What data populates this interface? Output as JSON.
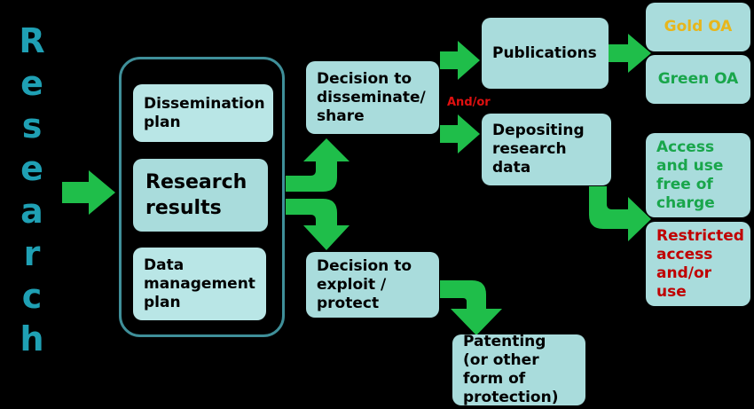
{
  "side_label": [
    "R",
    "e",
    "s",
    "e",
    "a",
    "r",
    "c",
    "h"
  ],
  "group": {
    "dissemination_plan": "Dissemination plan",
    "research_results": "Research results",
    "data_management_plan": "Data management plan"
  },
  "decisions": {
    "disseminate": "Decision to disseminate/ share",
    "exploit": "Decision to exploit / protect"
  },
  "connector": "And/or",
  "outcomes": {
    "publications": "Publications",
    "depositing": "Depositing research data",
    "patenting": "Patenting (or other form of protection)"
  },
  "access": {
    "gold_oa": "Gold OA",
    "green_oa": "Green OA",
    "free": "Access and use free of charge",
    "restricted": "Restricted access and/or use"
  },
  "colors": {
    "background": "#000000",
    "box": "#a9dcdc",
    "arrow": "#1fbe4a",
    "title": "#1fa0b4",
    "gold": "#e7b61b",
    "green": "#19a64b",
    "red": "#c00000"
  }
}
